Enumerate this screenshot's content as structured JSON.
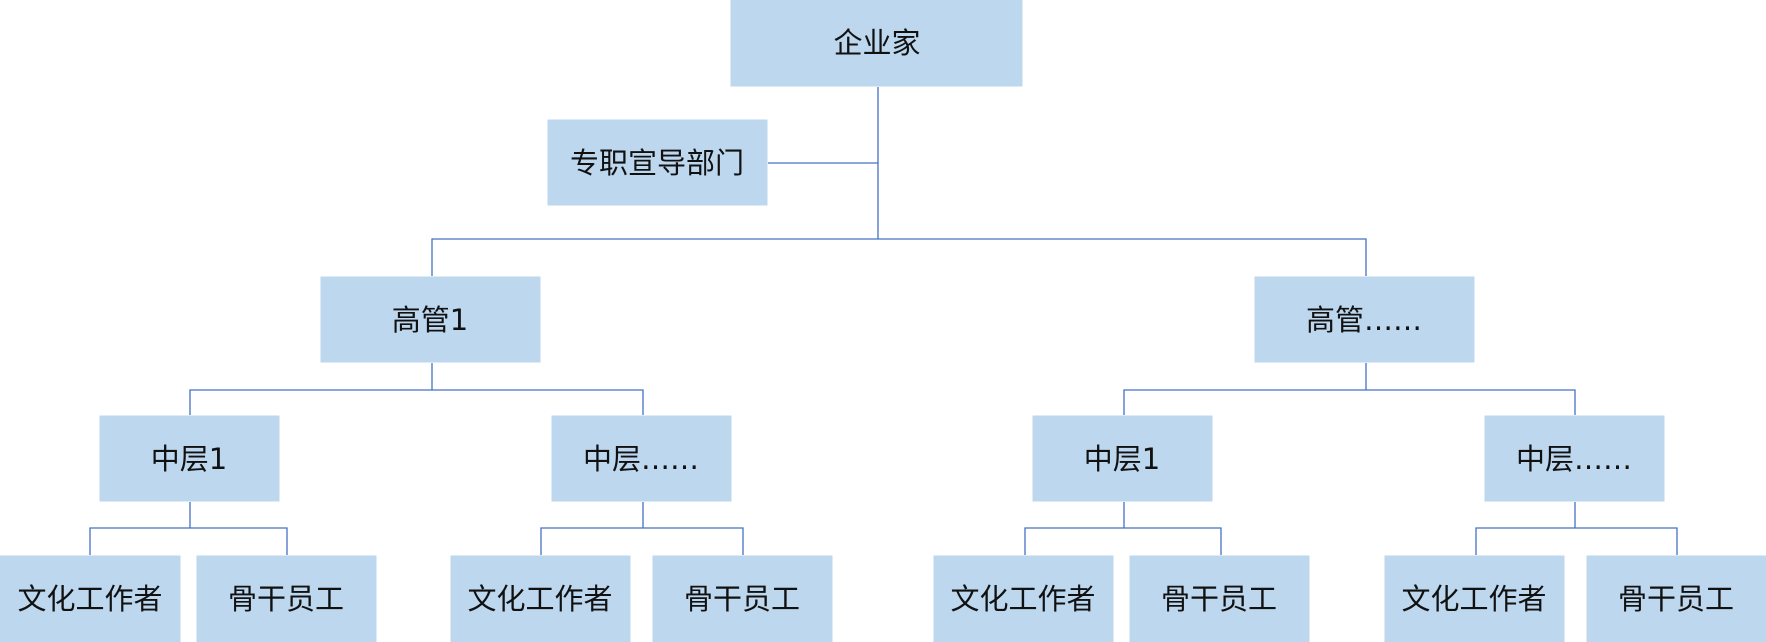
{
  "chart": {
    "nodes": {
      "ceo": "企业家",
      "publicity": "专职宣导部门",
      "exec_1": "高管1",
      "exec_2": "高管……",
      "mid_1_1": "中层1",
      "mid_1_2": "中层……",
      "mid_2_1": "中层1",
      "mid_2_2": "中层……",
      "staff_1_1_a": "文化工作者",
      "staff_1_1_b": "骨干员工",
      "staff_1_2_a": "文化工作者",
      "staff_1_2_b": "骨干员工",
      "staff_2_1_a": "文化工作者",
      "staff_2_1_b": "骨干员工",
      "staff_2_2_a": "文化工作者",
      "staff_2_2_b": "骨干员工"
    }
  },
  "colors": {
    "box_fill": "#bdd7ee",
    "connector": "#4472c4",
    "text": "#111111"
  }
}
